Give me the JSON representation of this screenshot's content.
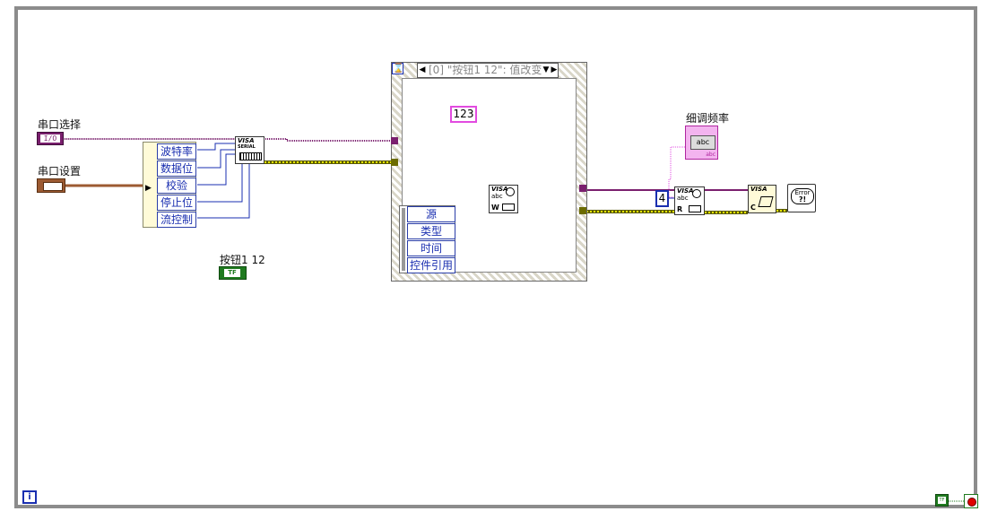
{
  "controls": {
    "serial_select_label": "串口选择",
    "serial_select_terminal": "I/O",
    "serial_setup_label": "串口设置",
    "button_label": "按钮1 12",
    "button_terminal": "TF",
    "fine_freq_label": "细调频率",
    "fine_freq_terminal": "abc"
  },
  "cluster_items": [
    "波特率",
    "数据位",
    "校验",
    "停止位",
    "流控制"
  ],
  "event_case": {
    "selector_text": "[0] \"按钮1 12\": 值改变",
    "event_data": [
      "源",
      "类型",
      "时间",
      "控件引用"
    ]
  },
  "constants": {
    "write_string": "123",
    "read_count": "4"
  },
  "vis": {
    "config_serial": {
      "title": "VISA",
      "sub": "SERIAL"
    },
    "visa_write": {
      "title": "VISA",
      "sub": "abc",
      "letter": "W"
    },
    "visa_read": {
      "title": "VISA",
      "sub": "abc",
      "letter": "R"
    },
    "visa_close": {
      "title": "VISA",
      "letter": "C"
    },
    "error": {
      "title": "Error",
      "sub": "?!"
    }
  },
  "loop": {
    "iteration_terminal": "i",
    "condition_terminal": "TF"
  },
  "colors": {
    "visa_wire": "#7a1f6e",
    "error_wire": "#b8b800",
    "blue_wire": "#1a2fb0",
    "string_pink": "#e24be0",
    "cluster_brown": "#9c5a32"
  }
}
